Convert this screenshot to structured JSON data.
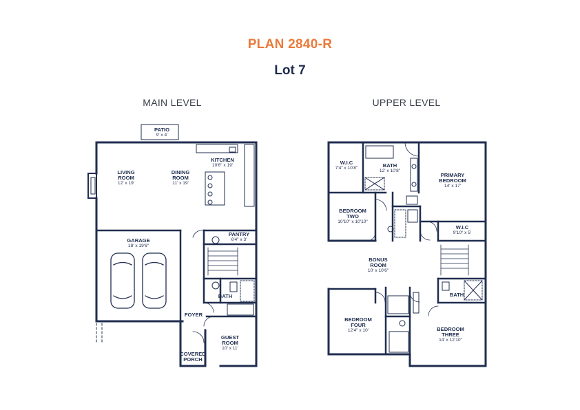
{
  "header": {
    "plan": "PLAN 2840-R",
    "lot": "Lot 7"
  },
  "colors": {
    "accent": "#ea7a3a",
    "navy": "#1f2d4f",
    "wall": "#1f2d4f"
  },
  "main_level": {
    "label": "MAIN LEVEL",
    "rooms": [
      {
        "name": "PATIO",
        "dims": "9' x 4'"
      },
      {
        "name": "LIVING ROOM",
        "dims": "12' x 19'"
      },
      {
        "name": "DINING ROOM",
        "dims": "11' x 19'"
      },
      {
        "name": "KITCHEN",
        "dims": "10'6\" x 19'"
      },
      {
        "name": "PANTRY",
        "dims": "6'4\" x 3'"
      },
      {
        "name": "GARAGE",
        "dims": "18' x 19'6\""
      },
      {
        "name": "BATH",
        "dims": ""
      },
      {
        "name": "FOYER",
        "dims": ""
      },
      {
        "name": "GUEST ROOM",
        "dims": "10' x 11'"
      },
      {
        "name": "COVERED PORCH",
        "dims": ""
      }
    ]
  },
  "upper_level": {
    "label": "UPPER LEVEL",
    "rooms": [
      {
        "name": "W.I.C",
        "dims": "7'4\" x 10'8\""
      },
      {
        "name": "BATH",
        "dims": "12' x 10'8\""
      },
      {
        "name": "PRIMARY BEDROOM",
        "dims": "14' x 17'"
      },
      {
        "name": "BEDROOM TWO",
        "dims": "10'10\" x 10'10\""
      },
      {
        "name": "W.I.C",
        "dims": "9'10\" x 5'"
      },
      {
        "name": "BONUS ROOM",
        "dims": "10' x 10'6\""
      },
      {
        "name": "BATH",
        "dims": ""
      },
      {
        "name": "BEDROOM FOUR",
        "dims": "12'4\" x 10'"
      },
      {
        "name": "BEDROOM THREE",
        "dims": "14' x 12'10\""
      }
    ]
  }
}
